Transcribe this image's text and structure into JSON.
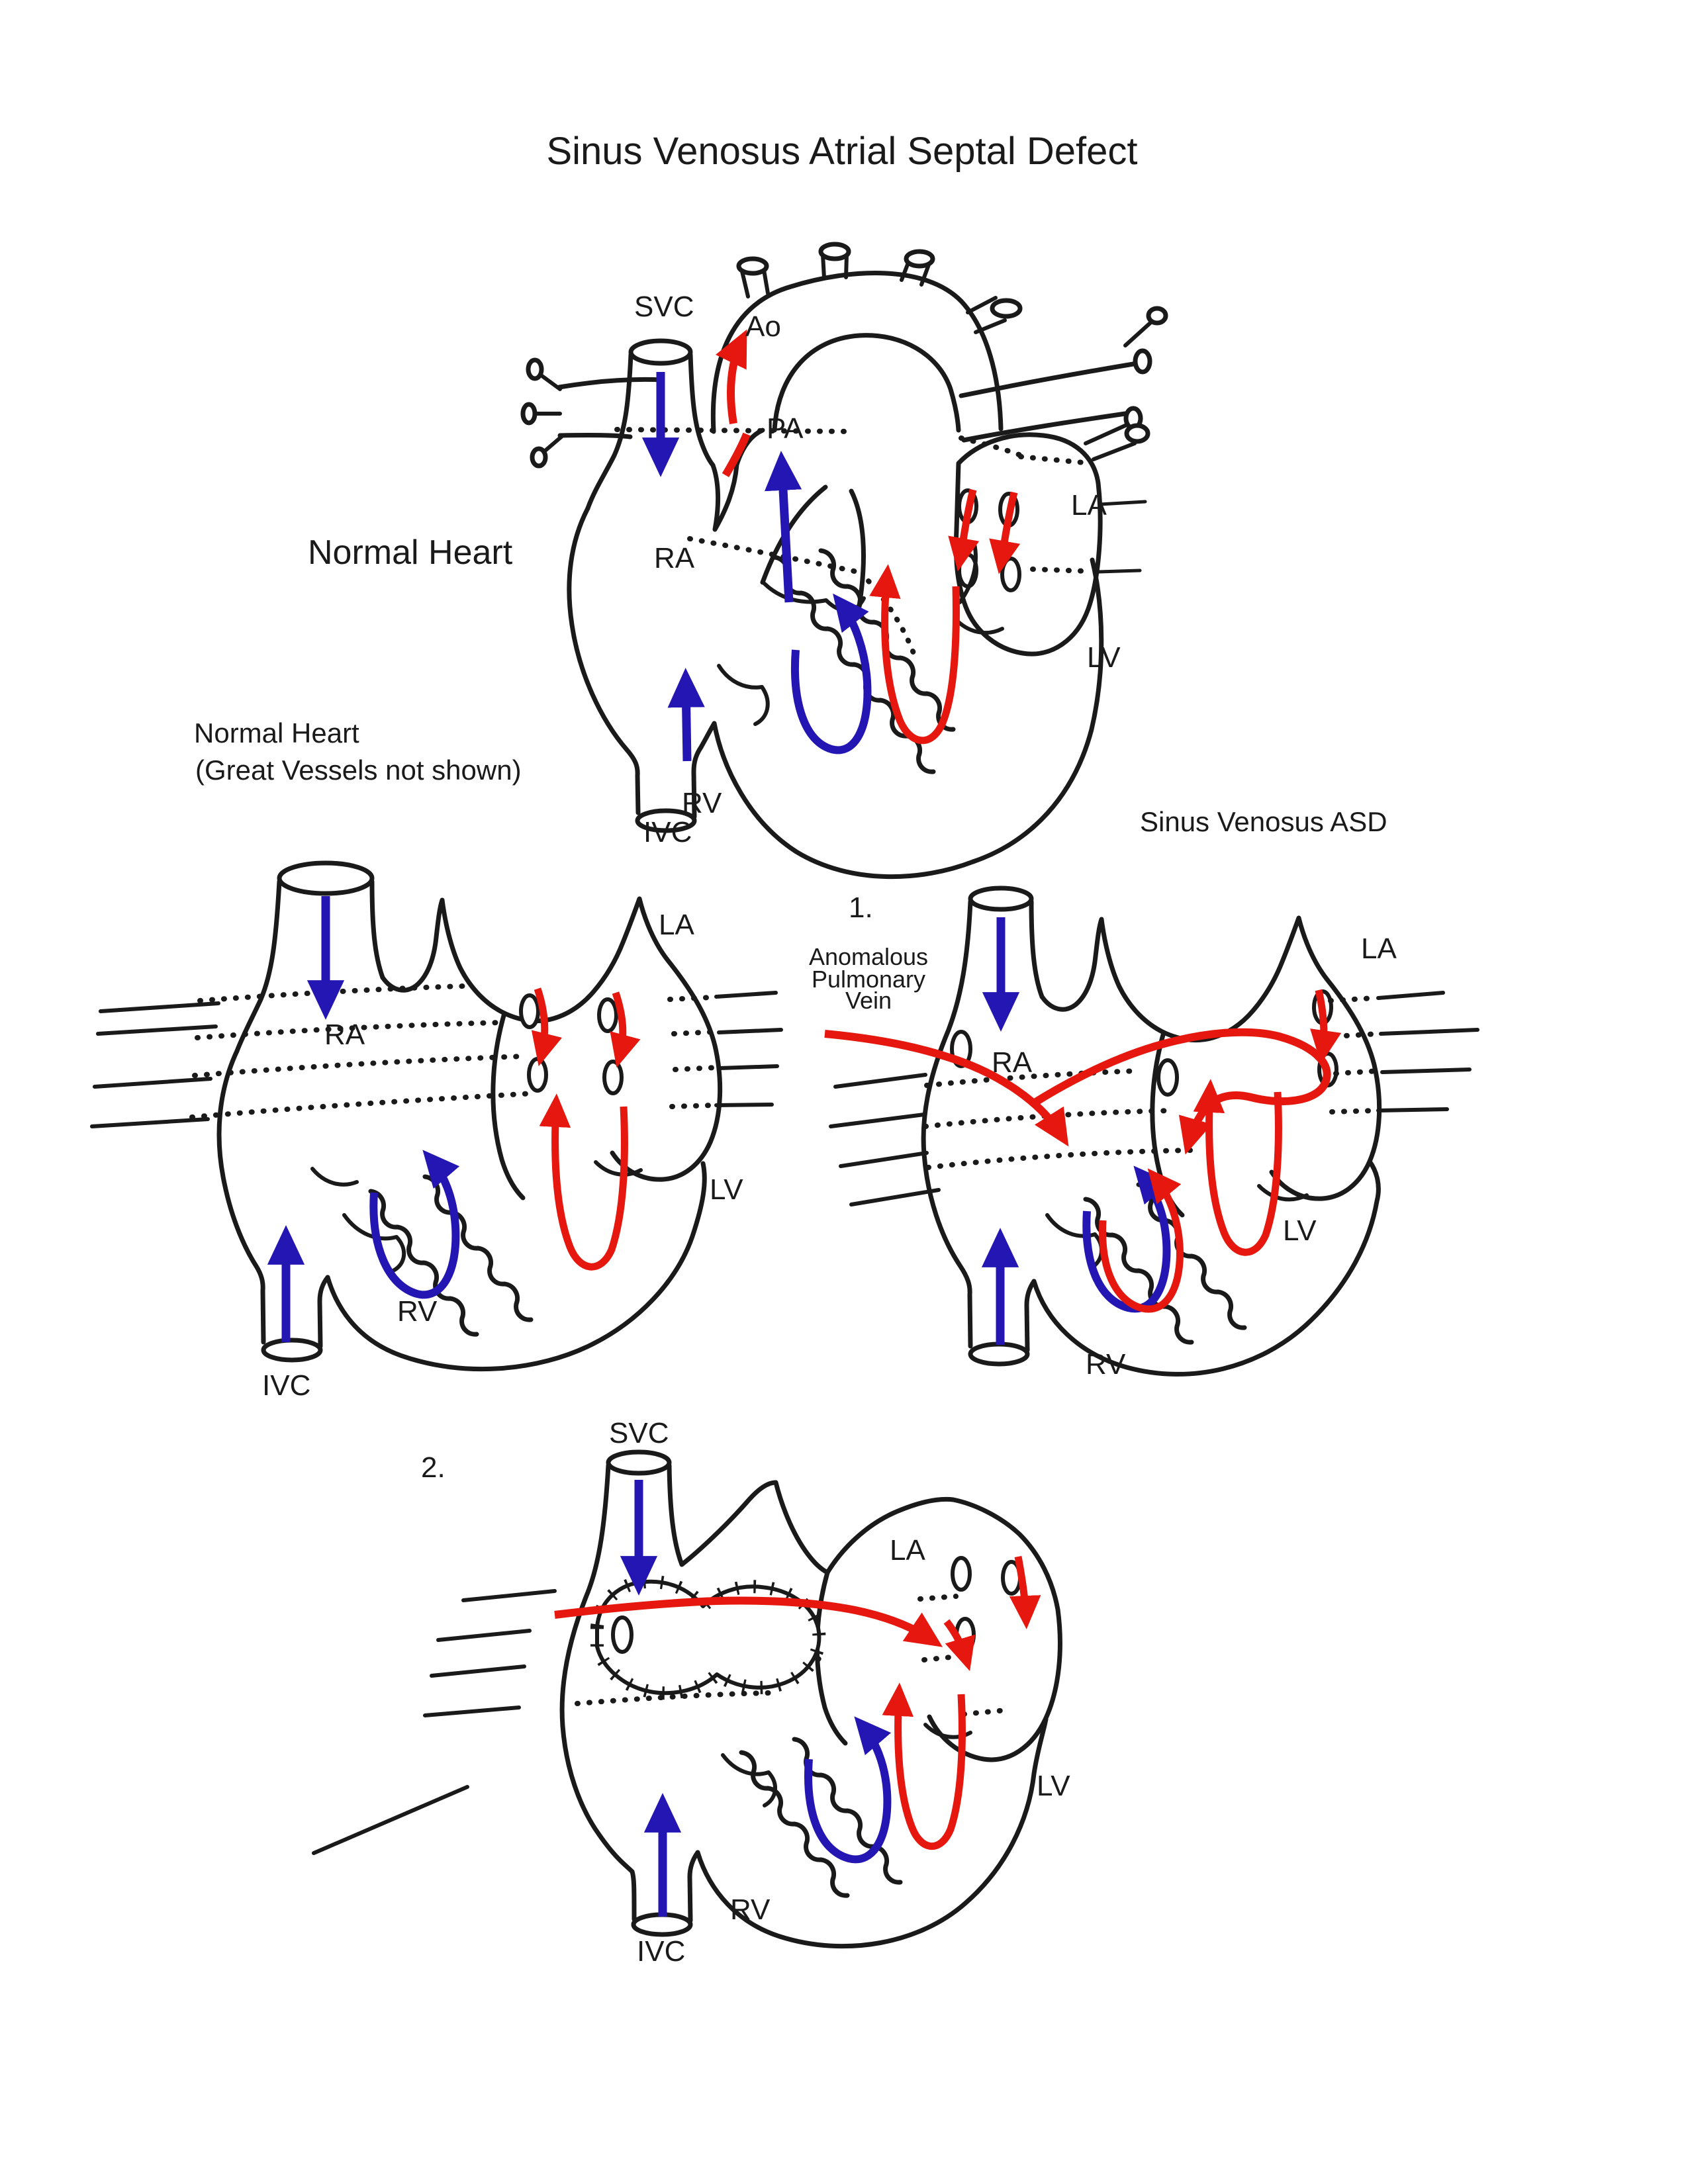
{
  "title": "Sinus Venosus Atrial Septal Defect",
  "colors": {
    "ink": "#1a1a1a",
    "red": "#e5170e",
    "blue": "#2316b2"
  },
  "sections": {
    "normal_heart_caption": "Normal Heart",
    "normal_heart_sub_line1": "Normal Heart",
    "normal_heart_sub_line2": "(Great Vessels not shown)",
    "asd_heading": "Sinus Venosus ASD",
    "asd_item1_number": "1.",
    "asd_item1_note_line1": "Anomalous",
    "asd_item1_note_line2": "Pulmonary",
    "asd_item1_note_line3": "Vein",
    "asd_item2_number": "2."
  },
  "hearts": {
    "top": {
      "labels": {
        "svc": "SVC",
        "ao": "Ao",
        "pa": "PA",
        "ra": "RA",
        "la": "LA",
        "lv": "LV",
        "rv": "RV",
        "ivc": "IVC"
      }
    },
    "mid_left": {
      "labels": {
        "la": "LA",
        "ra": "RA",
        "lv": "LV",
        "rv": "RV",
        "ivc": "IVC"
      }
    },
    "mid_right": {
      "labels": {
        "la": "LA",
        "ra": "RA",
        "lv": "LV",
        "rv": "RV"
      }
    },
    "bottom": {
      "labels": {
        "svc": "SVC",
        "la": "LA",
        "lv": "LV",
        "rv": "RV",
        "ivc": "IVC"
      }
    }
  }
}
